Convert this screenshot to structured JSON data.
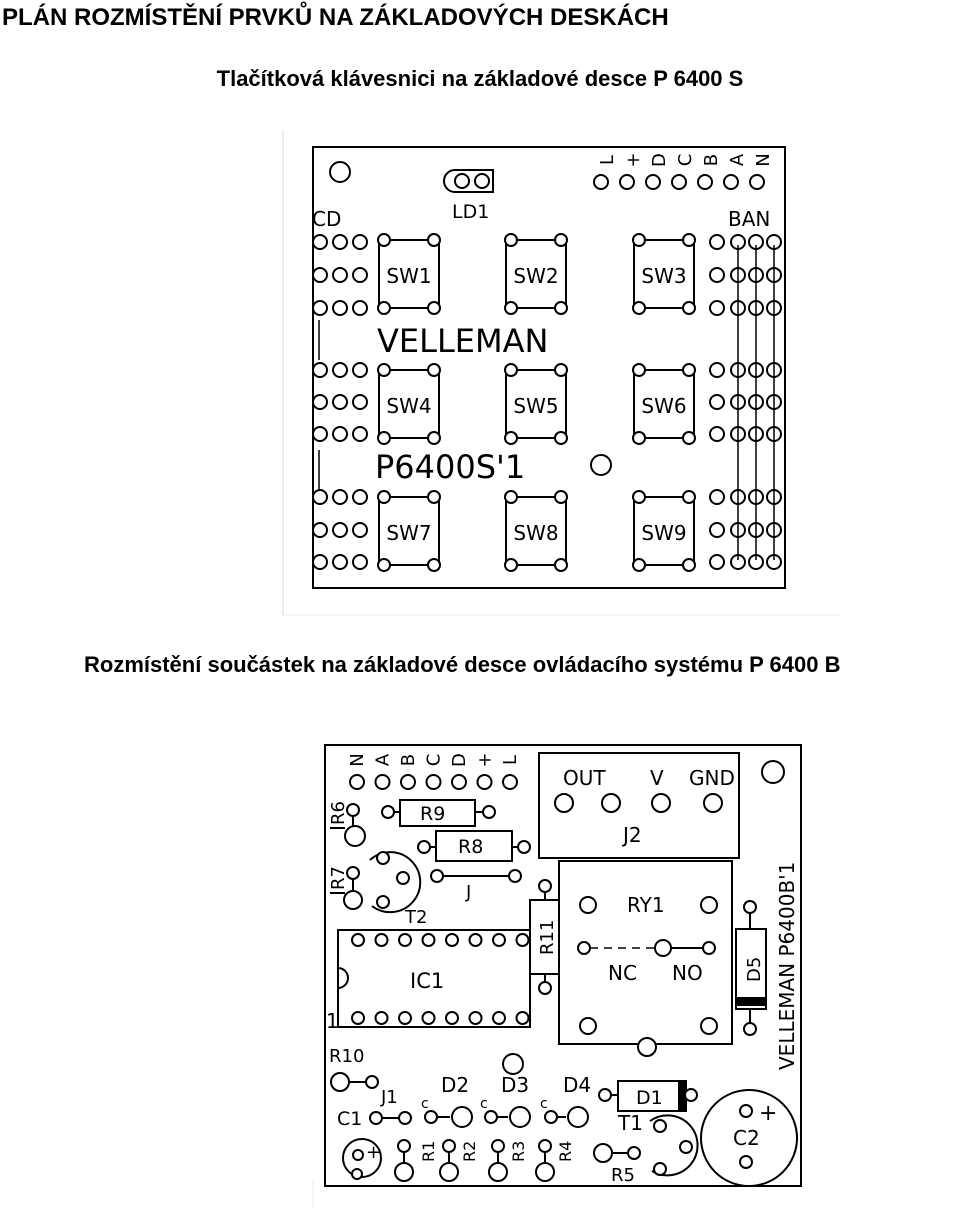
{
  "page": {
    "title_bold": "PLÁN ROZMÍSTĚNÍ",
    "title_rest": " PRVKŮ NA ZÁKLADOVÝCH DESKÁCH"
  },
  "section1": {
    "title": "Tlačítková klávesnici na základové desce P 6400 S",
    "board": {
      "connector_pins": [
        "L",
        "+",
        "D",
        "C",
        "B",
        "A",
        "N"
      ],
      "led_label": "LD1",
      "left_header_label": "CD",
      "right_header_label": "BAN",
      "switches": [
        "SW1",
        "SW2",
        "SW3",
        "SW4",
        "SW5",
        "SW6",
        "SW7",
        "SW8",
        "SW9"
      ],
      "brand": "VELLEMAN",
      "board_id": "P6400S'1"
    }
  },
  "section2": {
    "title": "Rozmístění součástek na základové desce ovládacího systému P 6400 B",
    "board": {
      "connector_pins": [
        "N",
        "A",
        "B",
        "C",
        "D",
        "+",
        "L"
      ],
      "j2_pins": [
        "OUT",
        "V",
        "GND"
      ],
      "j2_label": "J2",
      "relay_label": "RY1",
      "relay_nc": "NC",
      "relay_no": "NO",
      "brand_vertical": "VELLEMAN P6400B'1",
      "components": {
        "r6": "R6",
        "r7": "R7",
        "r8": "R8",
        "r9": "R9",
        "r10": "R10",
        "r11": "R11",
        "j": "J",
        "t2": "T2",
        "ic1": "IC1",
        "pin1": "1",
        "d5": "D5",
        "d1": "D1",
        "d2": "D2",
        "d3": "D3",
        "d4": "D4",
        "j1": "J1",
        "c1": "C1",
        "c2": "C2",
        "t1": "T1",
        "r1": "R1",
        "r2": "R2",
        "r3": "R3",
        "r4": "R4",
        "r5": "R5",
        "cathode": "c",
        "plus": "+"
      }
    }
  }
}
